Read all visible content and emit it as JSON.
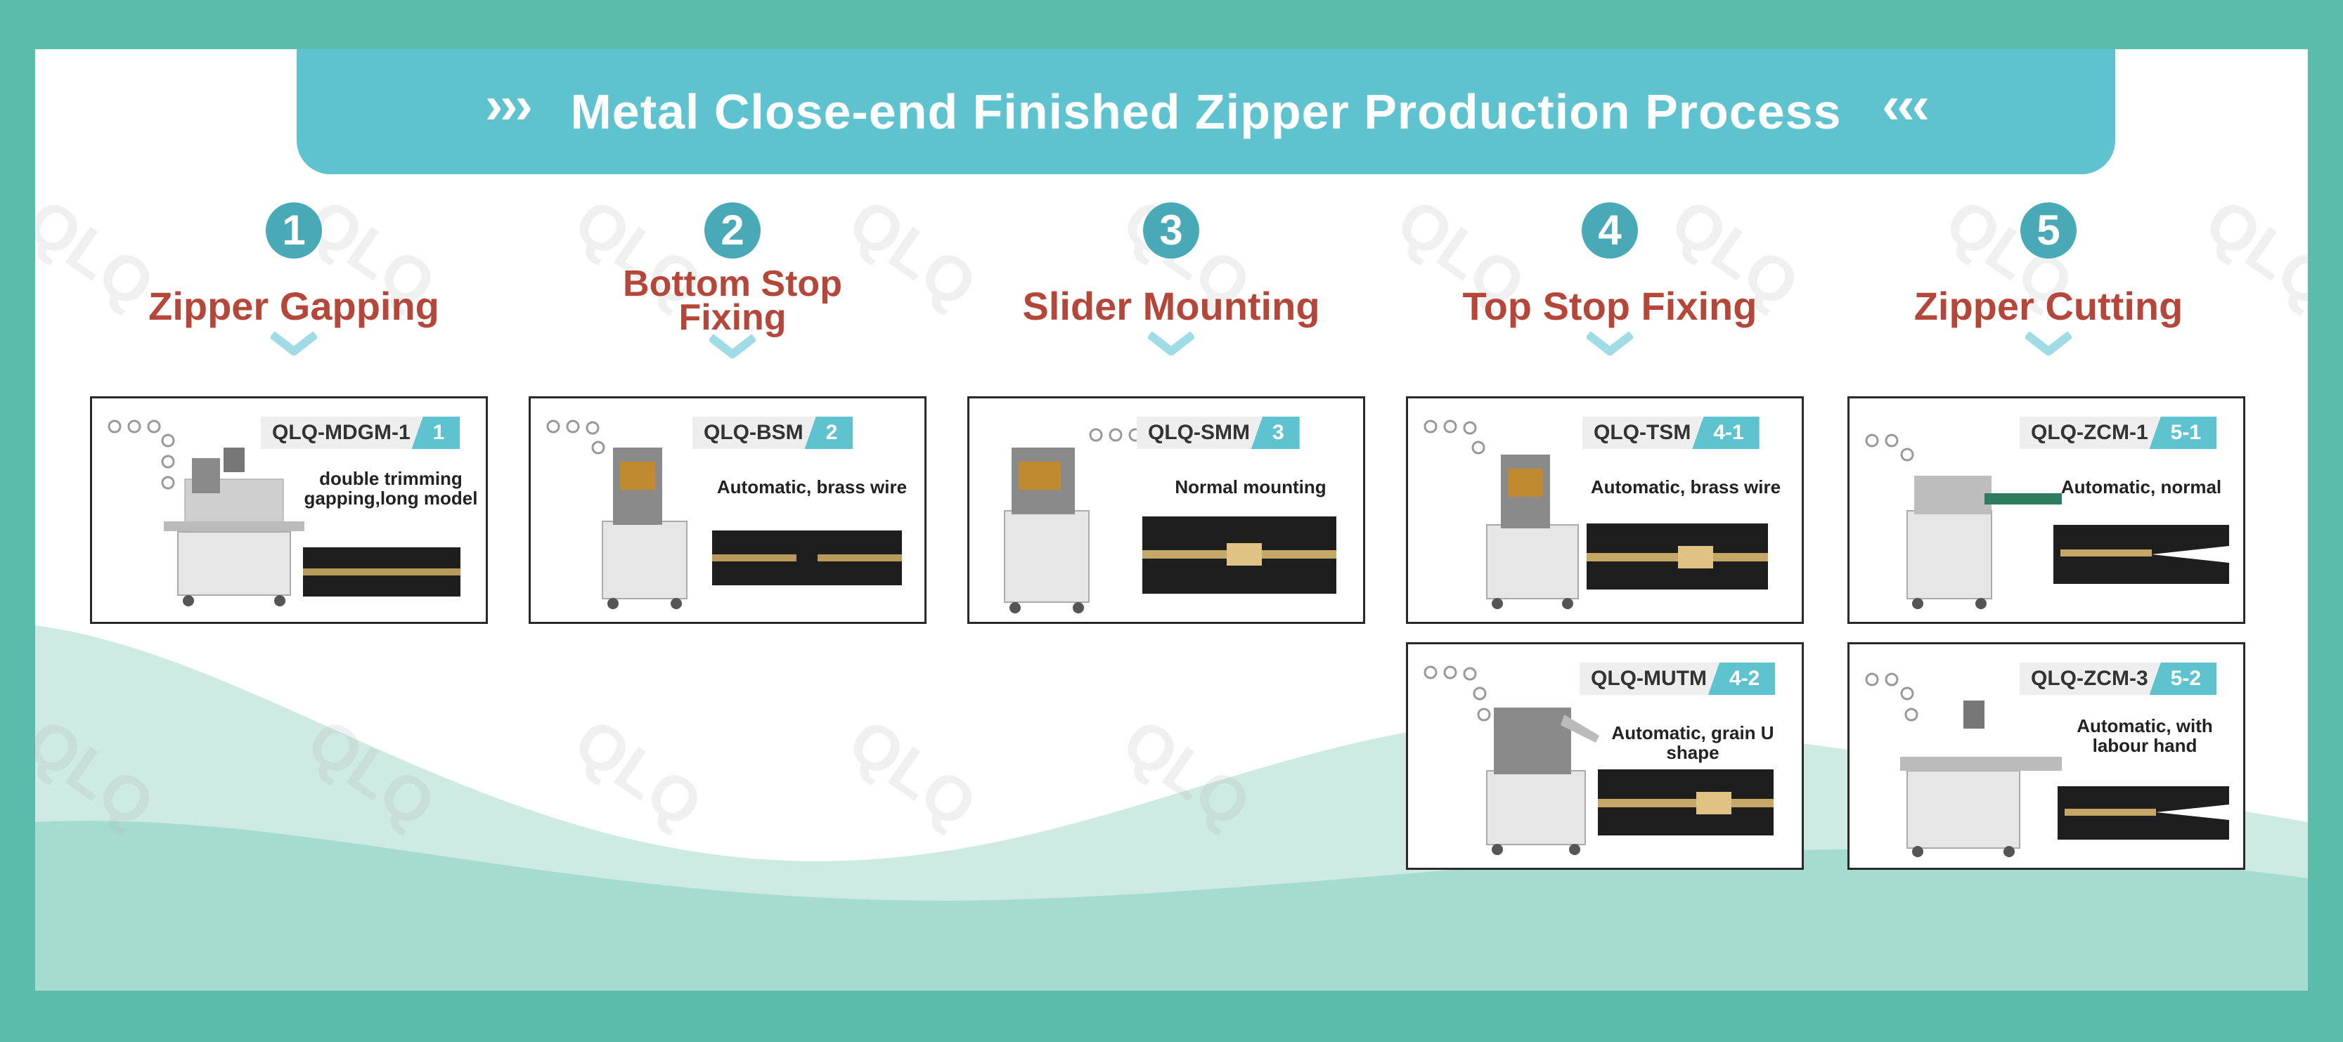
{
  "header": {
    "title": "Metal Close-end Finished Zipper Production Process",
    "left_chevrons": "›››",
    "right_chevrons": "‹‹‹"
  },
  "steps": [
    {
      "number": "1",
      "title": "Zipper Gapping"
    },
    {
      "number": "2",
      "title": "Bottom Stop\nFixing"
    },
    {
      "number": "3",
      "title": "Slider Mounting"
    },
    {
      "number": "4",
      "title": "Top Stop Fixing"
    },
    {
      "number": "5",
      "title": "Zipper Cutting"
    }
  ],
  "cards": [
    {
      "model": "QLQ-MDGM-1",
      "code": "1",
      "description": "double trimming\ngapping,long model"
    },
    {
      "model": "QLQ-BSM",
      "code": "2",
      "description": "Automatic, brass wire"
    },
    {
      "model": "QLQ-SMM",
      "code": "3",
      "description": "Normal mounting"
    },
    {
      "model": "QLQ-TSM",
      "code": "4-1",
      "description": "Automatic, brass wire"
    },
    {
      "model": "QLQ-ZCM-1",
      "code": "5-1",
      "description": "Automatic, normal"
    },
    {
      "model": "QLQ-MUTM",
      "code": "4-2",
      "description": "Automatic, grain U shape"
    },
    {
      "model": "QLQ-ZCM-3",
      "code": "5-2",
      "description": "Automatic, with\nlabour hand"
    }
  ],
  "watermark": "QLQ",
  "colors": {
    "teal_frame": "#5bbca9",
    "banner": "#5ec3cf",
    "step_number": "#49a9b6",
    "step_title": "#b5473a",
    "code_tag": "#5ec3cf"
  }
}
